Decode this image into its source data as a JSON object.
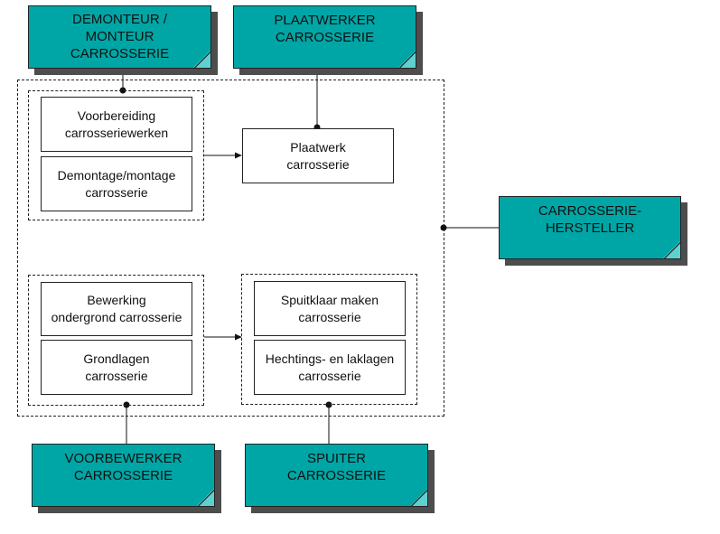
{
  "roles": {
    "demonteur": [
      "DEMONTEUR /",
      "MONTEUR",
      "CARROSSERIE"
    ],
    "plaatwerker": [
      "PLAATWERKER",
      "CARROSSERIE"
    ],
    "hersteller": [
      "CARROSSERIE-",
      "HERSTELLER"
    ],
    "voorbewerker": [
      "VOORBEWERKER",
      "CARROSSERIE"
    ],
    "spuiter": [
      "SPUITER",
      "CARROSSERIE"
    ]
  },
  "tasks": {
    "voorbereiding": [
      "Voorbereiding",
      "carrosseriewerken"
    ],
    "demontage": [
      "Demontage/montage",
      "carrosserie"
    ],
    "plaatwerk": [
      "Plaatwerk",
      "carrosserie"
    ],
    "bewerking": [
      "Bewerking",
      "ondergrond carrosserie"
    ],
    "grondlagen": [
      "Grondlagen",
      "carrosserie"
    ],
    "spuitklaar": [
      "Spuitklaar maken",
      "carrosserie"
    ],
    "hechtings": [
      "Hechtings-  en laklagen",
      "carrosserie"
    ]
  }
}
